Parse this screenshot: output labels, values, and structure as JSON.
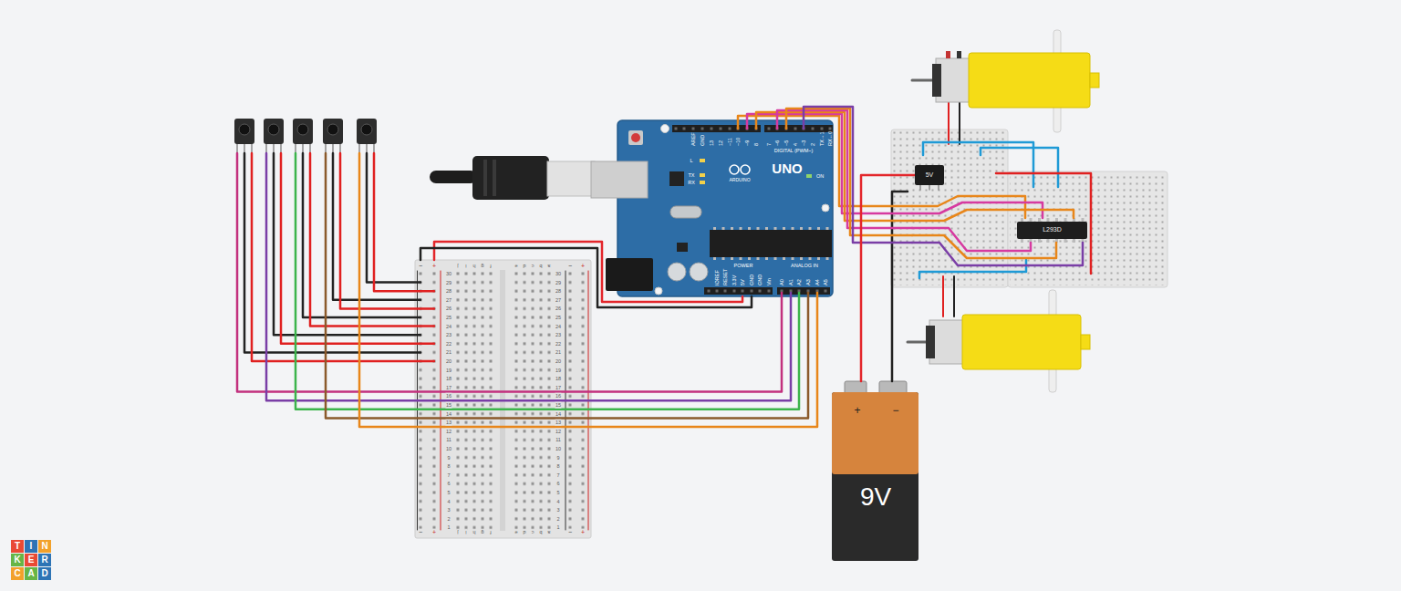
{
  "diagram": {
    "nodes": [
      {
        "text": [
          "−",
          "+",
          "j",
          "i",
          "h",
          "g",
          "f",
          "e",
          "d",
          "c",
          "b",
          "a",
          "−",
          "+",
          "30",
          "29",
          "28",
          "27",
          "26",
          "25",
          "24",
          "23",
          "22",
          "21",
          "20",
          "19",
          "18",
          "17",
          "16",
          "15",
          "14",
          "13",
          "12",
          "11",
          "10",
          "9",
          "8",
          "7",
          "6",
          "5",
          "4",
          "3",
          "2",
          "1",
          "30",
          "29",
          "28",
          "27",
          "26",
          "25",
          "24",
          "23",
          "22",
          "21",
          "20",
          "19",
          "18",
          "17",
          "16",
          "15",
          "14",
          "13",
          "12",
          "11",
          "10",
          "9",
          "8",
          "7",
          "6",
          "5",
          "4",
          "3",
          "2",
          "1",
          "−",
          "+",
          "j",
          "i",
          "h",
          "g",
          "f",
          "e",
          "d",
          "c",
          "b",
          "a",
          "−",
          "+"
        ]
      },
      {
        "text": [
          "AREF",
          "GND",
          "13",
          "12",
          "~11",
          "~10",
          "~9",
          "8",
          "7",
          "~6",
          "~5",
          "4",
          "~3",
          "2",
          "TX→1",
          "RX←0",
          "DIGITAL (PWM~)",
          "L",
          "UNO",
          "ARDUINO",
          "TX",
          "RX",
          "ON",
          "IOREF",
          "RESET",
          "3.3V",
          "5V",
          "GND",
          "GND",
          "Vin",
          "POWER",
          "ANALOG IN",
          "A0",
          "A1",
          "A2",
          "A3",
          "A4",
          "A5"
        ]
      },
      {
        "text": [
          "5V"
        ]
      },
      {
        "text": [
          "L293D"
        ]
      },
      {
        "text": [
          "+",
          "−",
          "9V"
        ]
      }
    ],
    "edges": [
      {
        "from": 1,
        "to": 0,
        "arrow": "none"
      },
      {
        "from": 1,
        "to": 0,
        "arrow": "none"
      },
      {
        "from": 4,
        "to": 2,
        "arrow": "none"
      }
    ],
    "labels": [
      "T",
      "I",
      "N",
      "K",
      "E",
      "R",
      "C",
      "A",
      "D"
    ]
  }
}
